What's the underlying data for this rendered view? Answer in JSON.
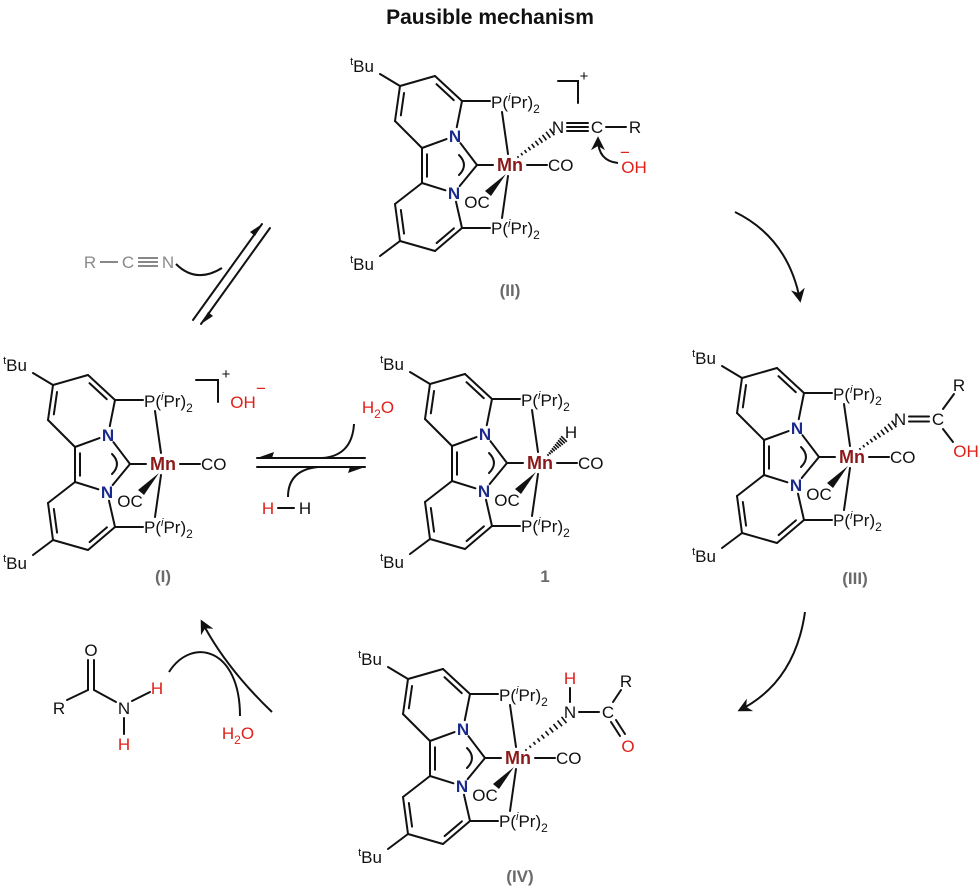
{
  "title": "Pausible mechanism",
  "colors": {
    "manganese": "#8b1a1a",
    "nitrogen": "#1a2a8c",
    "highlight": "#e0201b",
    "caption": "#6a6a6a",
    "reagent_gray": "#8a8a8a"
  },
  "labels": {
    "t_bu": [
      {
        "t": "t",
        "s": "sup"
      },
      {
        "t": "Bu"
      }
    ],
    "phosphine": [
      {
        "t": "P("
      },
      {
        "t": "i",
        "s": "supi"
      },
      {
        "t": "Pr)"
      },
      {
        "t": "2",
        "s": "sub"
      }
    ],
    "n": "N",
    "mn": "Mn",
    "co": "CO",
    "oc": "OC"
  },
  "structures": [
    {
      "id": "II",
      "caption": "(II)"
    },
    {
      "id": "I",
      "caption": "(I)"
    },
    {
      "id": "1",
      "caption": "1"
    },
    {
      "id": "III",
      "caption": "(III)"
    },
    {
      "id": "IV",
      "caption": "(IV)"
    }
  ],
  "ligands": {
    "II": {
      "n": "N",
      "c": "C",
      "r": "R",
      "charge": "+",
      "oh": "OH",
      "oh_charge": "−"
    },
    "I": {
      "charge": "+",
      "oh": "OH",
      "oh_charge": "−"
    },
    "1": {
      "h": "H"
    },
    "III": {
      "n": "N",
      "c": "C",
      "r": "R",
      "oh": "OH"
    },
    "IV": {
      "h": "H",
      "n": "N",
      "c": "C",
      "r": "R",
      "o": "O"
    }
  },
  "reagents": {
    "nitrile": {
      "r": "R",
      "c": "C",
      "n": "N"
    },
    "water_top": [
      {
        "t": "H"
      },
      {
        "t": "2",
        "s": "sub"
      },
      {
        "t": "O"
      }
    ],
    "hydrogen": {
      "h1": "H",
      "h2": "H"
    },
    "water_bottom": [
      {
        "t": "H"
      },
      {
        "t": "2",
        "s": "sub"
      },
      {
        "t": "O"
      }
    ],
    "amide": {
      "r": "R",
      "o": "O",
      "n": "N",
      "h1": "H",
      "h2": "H"
    }
  }
}
